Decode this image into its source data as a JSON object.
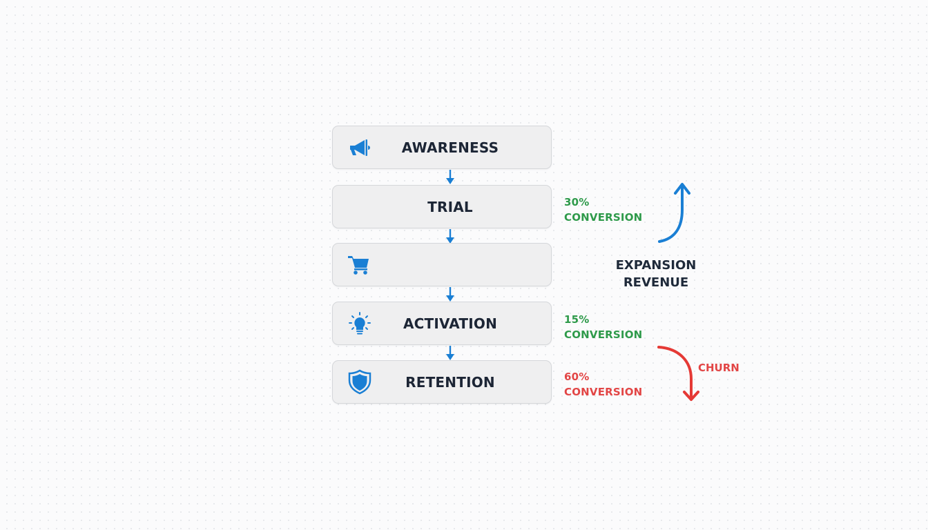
{
  "diagram": {
    "title": "Customer funnel",
    "stages": [
      {
        "id": "awareness",
        "label": "AWARENESS",
        "icon": "megaphone-icon"
      },
      {
        "id": "trial",
        "label": "TRIAL",
        "icon": null
      },
      {
        "id": "purchase",
        "label": "",
        "icon": "shopping-cart-icon"
      },
      {
        "id": "activation",
        "label": "ACTIVATION",
        "icon": "lightbulb-icon"
      },
      {
        "id": "retention",
        "label": "RETENTION",
        "icon": "shield-icon"
      }
    ],
    "annotations": [
      {
        "stage": "trial",
        "value": "30%",
        "label": "CONVERSION",
        "color": "#2e9a4a"
      },
      {
        "stage": "activation",
        "value": "15%",
        "label": "CONVERSION",
        "color": "#2e9a4a"
      },
      {
        "stage": "retention",
        "value": "60%",
        "label": "CONVERSION",
        "color": "#e24545"
      }
    ],
    "expansion": {
      "label_line1": "EXPANSION",
      "label_line2": "REVENUE",
      "arrow_color": "#1a7fd4"
    },
    "churn": {
      "label": "CHURN",
      "arrow_color": "#e53935"
    },
    "colors": {
      "accent": "#1a7fd4",
      "text": "#1c2535",
      "box_fill": "#efeff0",
      "box_border": "#d5d7da",
      "positive": "#2e9a4a",
      "negative": "#e24545"
    }
  }
}
